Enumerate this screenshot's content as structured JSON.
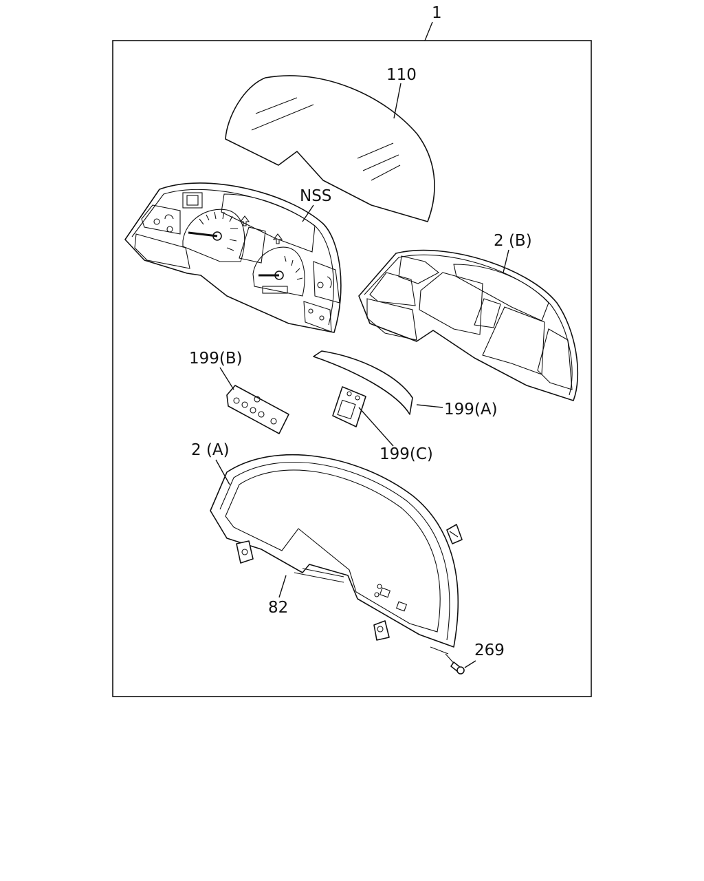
{
  "diagram": {
    "labels": {
      "assembly": "1",
      "lens": "110",
      "dial": "NSS",
      "bezel_b": "2 (B)",
      "part_199b": "199(B)",
      "part_199a": "199(A)",
      "part_199c": "199(C)",
      "case_a": "2 (A)",
      "part_82": "82",
      "screw": "269"
    }
  }
}
